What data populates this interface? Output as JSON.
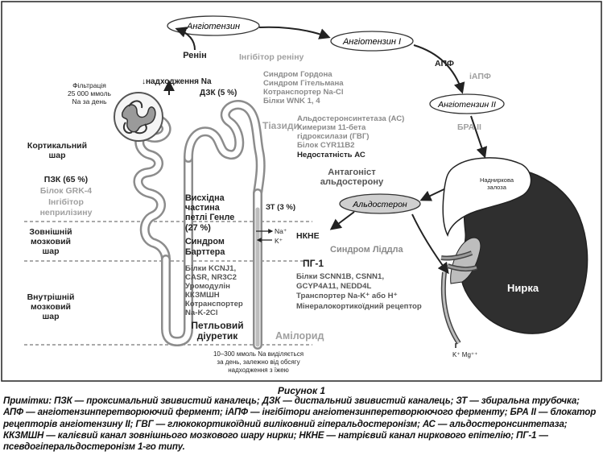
{
  "figure": {
    "oval_angiotensinogen": "Ангіотензин",
    "oval_angiotensin1": "Ангіотензин I",
    "oval_angiotensin2": "Ангіотензин II",
    "oval_aldosterone": "Альдостерон",
    "renin": "Ренін",
    "renin_inhibitor": "Інгібітор реніну",
    "ace": "АПФ",
    "ace_inhibitor": "іАПФ",
    "arb": "БРА II",
    "na_decrease": "↓надходження Na",
    "dct": "ДЗК (5 %)",
    "dct_syndromes": [
      "Синдром Гордона",
      "Синдром Гітельмана",
      "Котранспортер Na-Cl",
      "Білки WNK 1, 4"
    ],
    "thiazides": "Тіазиди",
    "filtration": [
      "Фільтрація",
      "25 000 ммоль",
      "Na за день"
    ],
    "cortical_layer": [
      "Кортикальний",
      "шар"
    ],
    "pct": "ПЗК (65 %)",
    "pct_items": [
      "Білок GRK-4",
      "Інгібітор",
      "неприлізину"
    ],
    "outer_medulla": [
      "Зовнішній",
      "мозковий",
      "шар"
    ],
    "inner_medulla": [
      "Внутрішній",
      "мозковий",
      "шар"
    ],
    "henle": [
      "Висхідна",
      "частина",
      "петлі Генле",
      "(27 %)"
    ],
    "bartter": [
      "Синдром",
      "Барттера"
    ],
    "henle_proteins": [
      "Білки KCNJ1,",
      "CASR, NR3C2",
      "Уромодулін",
      "ККЗМШН",
      "Котранспортер",
      "Na-K-2Cl"
    ],
    "loop_diuretic": [
      "Петльовий",
      "діуретик"
    ],
    "cd": "ЗТ (3 %)",
    "na_plus": "Na⁺",
    "k_plus": "K⁺",
    "aldo_group": [
      "Альдостеронсинтетаза (АС)",
      "Химеризм 11-бета",
      "гідроксилази (ГВГ)",
      "Білок CYR11B2"
    ],
    "aldo_deficiency": "Недостатність АС",
    "antagonist": [
      "Антагоніст",
      "альдостерону"
    ],
    "adrenal": [
      "Надниркова",
      "залоза"
    ],
    "enac": "НКНЕ",
    "liddle": "Синдром Ліддла",
    "pha1": "ПГ-1",
    "pha1_items": [
      "Білки SCNN1B, CSNN1,",
      "GCYP4A11, NEDD4L",
      "Транспортер Na-K⁺ або H⁺",
      "Мінералокортикоїдний рецептор"
    ],
    "amiloride": "Амілорид",
    "kidney": "Нирка",
    "km": "K⁺ Mg⁺⁺",
    "excretion": [
      "10–300 ммоль Na виділяється",
      "за день, залежно від обсягу",
      "надходження з їжею"
    ]
  },
  "caption": "Рисунок 1",
  "notes": "Примітки: ПЗК — проксимальний звивистий каналець; ДЗК — дистальний звивистий каналець; ЗТ — збиральна трубочка; АПФ — ангіотензинперетворюючий фермент; іАПФ — інгібітори ангіотензинперетворюючого ферменту; БРА ІІ — блокатор рецепторів ангіотензину ІІ; ГВГ — глюкокортикоїдний виліковний гіперальдостеронізм; АС — альдостеронсинтетаза; ККЗМШН — калієвий канал зовнішнього мозкового шару нирки; НКНЕ — натрієвий канал ниркового епітелію; ПГ-1 — псевдогіперальдостеронізм 1-го типу."
}
